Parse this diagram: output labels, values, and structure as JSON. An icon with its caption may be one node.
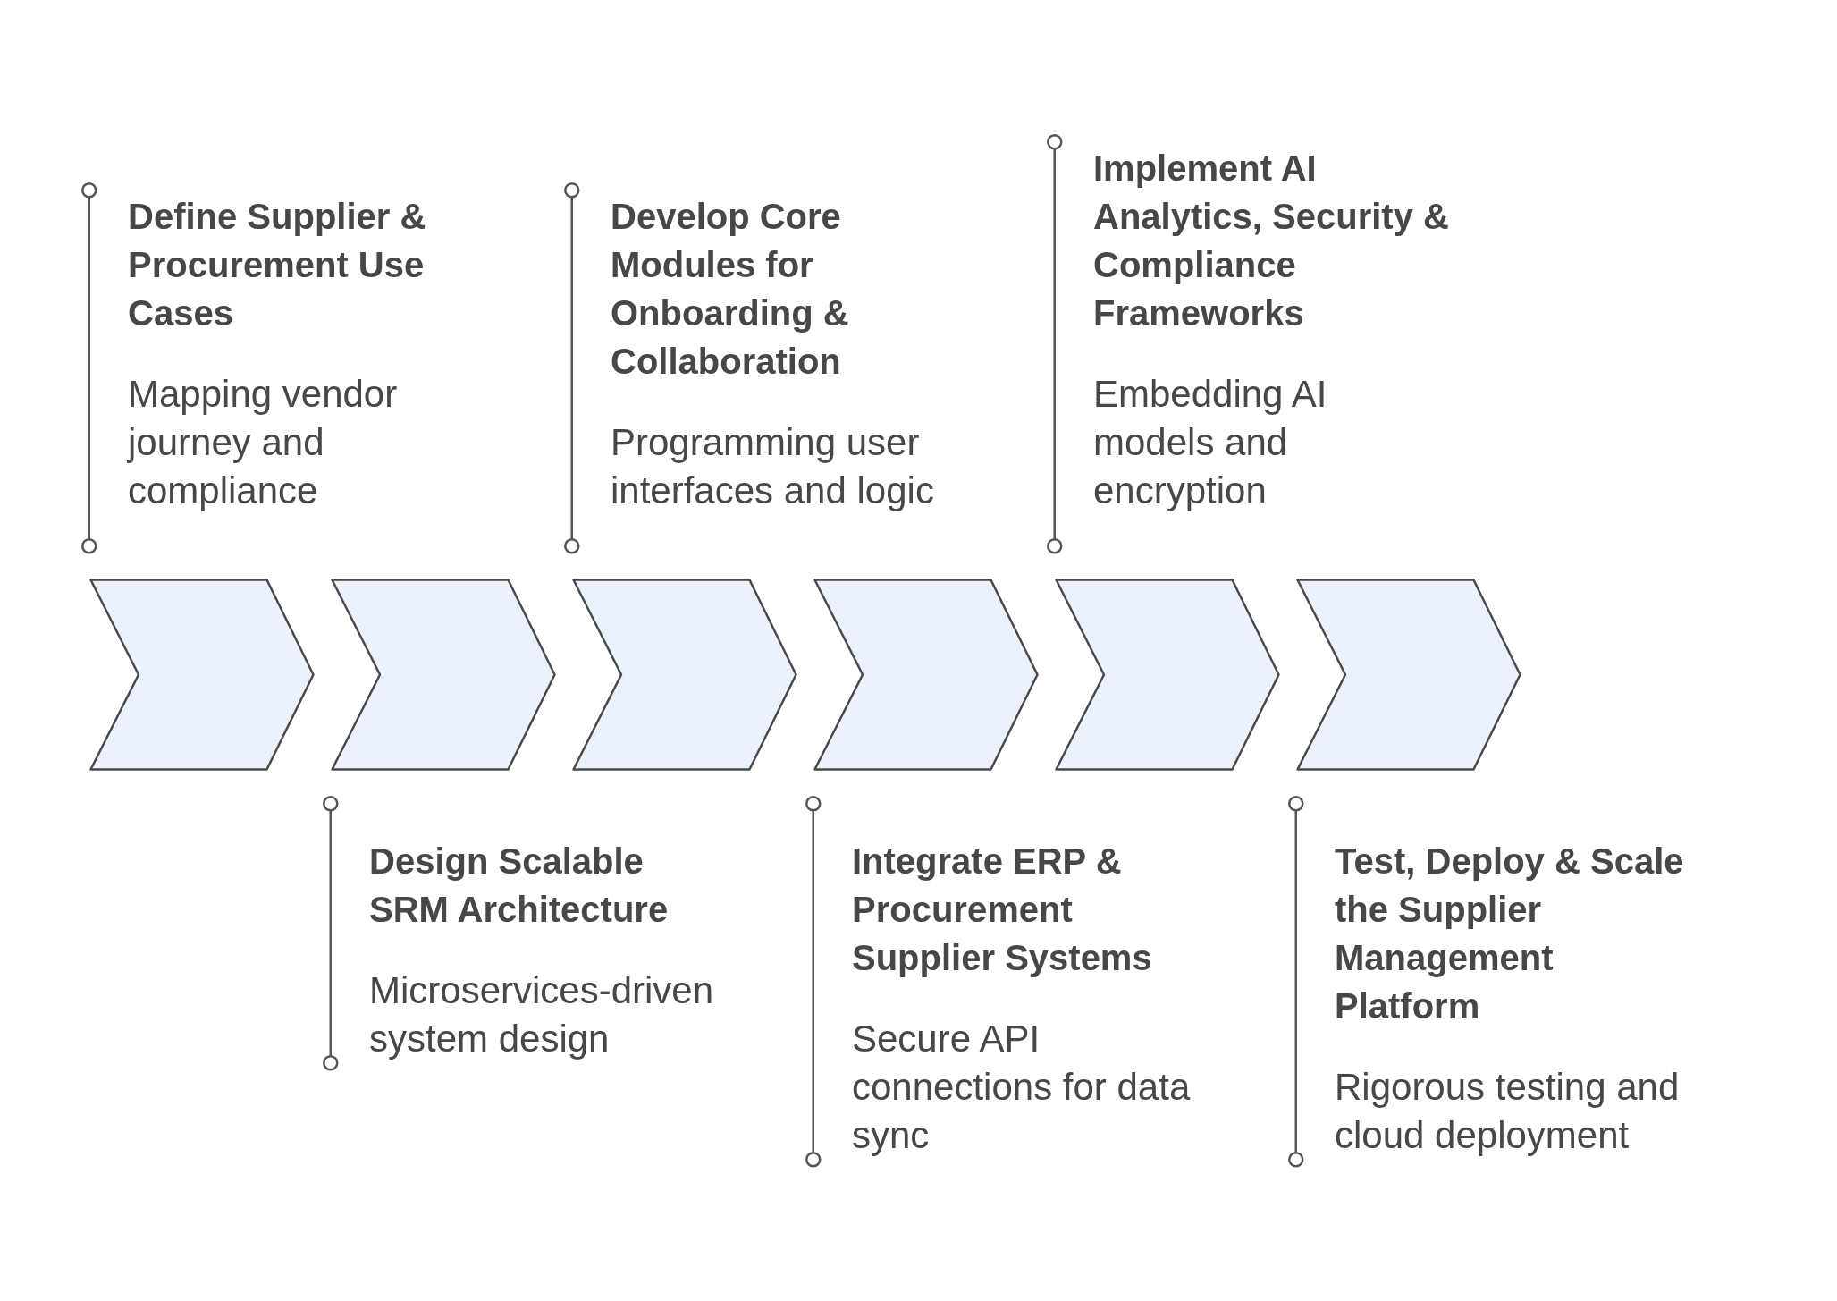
{
  "diagram": {
    "nodes": [
      {
        "text": [],
        "shape": "chevron",
        "beside": [
          "Define Supplier & Procurement Use Cases",
          "Mapping vendor journey and compliance"
        ]
      },
      {
        "text": [],
        "shape": "chevron",
        "beside": [
          "Design Scalable SRM Architecture",
          "Microservices-driven system design"
        ]
      },
      {
        "text": [],
        "shape": "chevron",
        "beside": [
          "Develop Core Modules for Onboarding & Collaboration",
          "Programming user interfaces and logic"
        ]
      },
      {
        "text": [],
        "shape": "chevron",
        "beside": [
          "Integrate ERP & Procurement Supplier Systems",
          "Secure API connections for data sync"
        ]
      },
      {
        "text": [],
        "shape": "chevron",
        "beside": [
          "Implement AI Analytics, Security & Compliance Frameworks",
          "Embedding AI models and encryption"
        ]
      },
      {
        "text": [],
        "shape": "chevron",
        "beside": [
          "Test, Deploy & Scale the Supplier Management Platform",
          "Rigorous testing and cloud deployment"
        ]
      }
    ]
  }
}
